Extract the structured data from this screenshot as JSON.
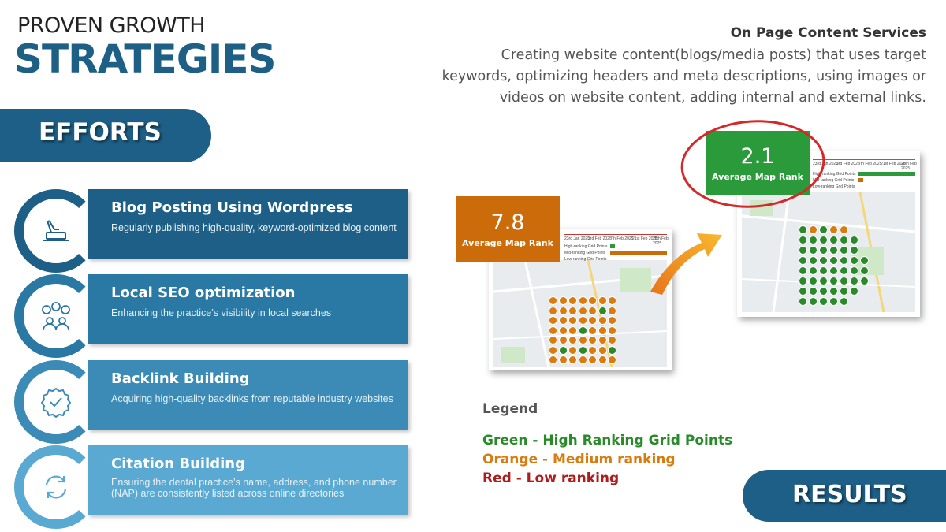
{
  "header": {
    "title_top": "PROVEN GROWTH",
    "title_main": "STRATEGIES"
  },
  "efforts": {
    "label": "EFFORTS",
    "items": [
      {
        "title": "Blog Posting Using Wordpress",
        "desc": "Regularly publishing high-quality, keyword-optimized blog content",
        "icon": "laptop-hand-icon",
        "color": "#1d5f86"
      },
      {
        "title": "Local SEO optimization",
        "desc": "Enhancing the practice’s visibility in local searches",
        "icon": "social-people-icon",
        "color": "#2a78a4"
      },
      {
        "title": "Backlink Building",
        "desc": "Acquiring high-quality backlinks from reputable industry websites",
        "icon": "badge-check-icon",
        "color": "#3b8bb6"
      },
      {
        "title": "Citation Building",
        "desc": "Ensuring the dental practice’s name, address, and phone number (NAP) are consistently listed across online directories",
        "icon": "refresh-arrows-icon",
        "color": "#5aa9d2"
      }
    ]
  },
  "services": {
    "title": "On Page Content Services",
    "desc": "Creating website content(blogs/media posts) that uses target keywords, optimizing headers and meta descriptions, using images or videos on website content, adding internal and external links."
  },
  "before_map": {
    "rank": "7.8",
    "label": "Average Map Rank",
    "color": "#cc6b0a",
    "dates": [
      "23rd Jan 2025",
      "3rd Feb 2025",
      "7th Feb 2025",
      "21st Feb 2025",
      "28th Feb 2025"
    ],
    "rows": [
      "High-ranking Grid Points",
      "Mid-ranking Grid Points",
      "Low-ranking Grid Points"
    ]
  },
  "after_map": {
    "rank": "2.1",
    "label": "Average Map Rank",
    "color": "#2a9a3a",
    "dates": [
      "23rd Jan 2025",
      "3rd Feb 2025",
      "7th Feb 2025",
      "21st Feb 2025",
      "28th Feb 2025"
    ],
    "rows": [
      "High-ranking Grid Points",
      "Mid-ranking Grid Points",
      "Low-ranking Grid Points"
    ]
  },
  "legend": {
    "title": "Legend",
    "green": "Green - High Ranking Grid Points",
    "orange": "Orange - Medium ranking",
    "red": "Red - Low ranking",
    "colors": {
      "green": "#2a8a2a",
      "orange": "#d97b0f",
      "red": "#b01c1c"
    }
  },
  "results": {
    "label": "RESULTS"
  }
}
